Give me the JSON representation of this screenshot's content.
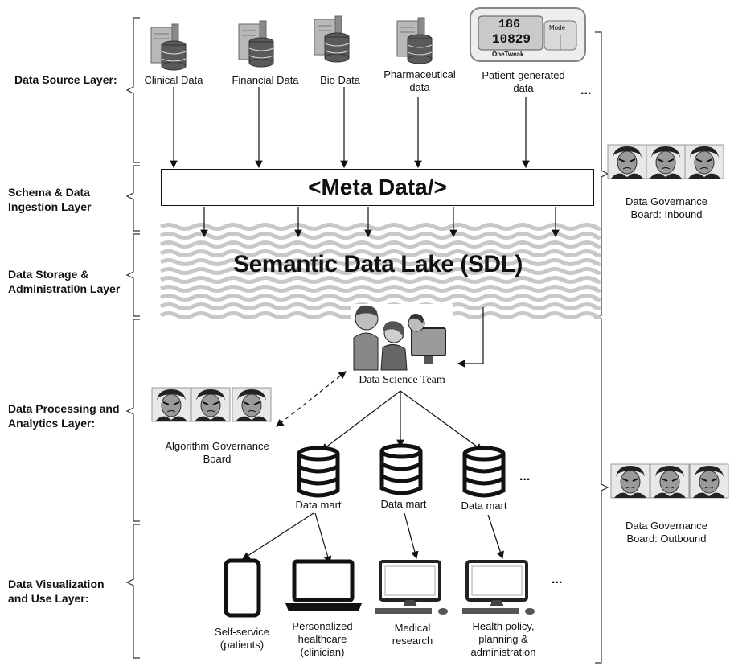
{
  "layers": [
    {
      "label_line1": "Data Source Layer:",
      "label_line2": ""
    },
    {
      "label_line1": "Schema & Data",
      "label_line2": "Ingestion Layer"
    },
    {
      "label_line1": "Data Storage  &",
      "label_line2": "Administrati0n Layer"
    },
    {
      "label_line1": "Data Processing and",
      "label_line2": "Analytics Layer:"
    },
    {
      "label_line1": "Data Visualization",
      "label_line2": "and Use Layer:"
    }
  ],
  "sources": [
    {
      "line1": "Clinical Data",
      "line2": "",
      "icon": "database-server-icon"
    },
    {
      "line1": "Financial Data",
      "line2": "",
      "icon": "database-server-icon"
    },
    {
      "line1": "Bio Data",
      "line2": "",
      "icon": "database-server-icon"
    },
    {
      "line1": "Pharmaceutical",
      "line2": "data",
      "icon": "database-server-icon"
    },
    {
      "line1": "Patient-generated",
      "line2": "data",
      "icon": "pedometer-device-icon"
    }
  ],
  "device": {
    "top_value": "186",
    "bottom_value": "10829",
    "brand": "OneTweak",
    "mode_label": "Mode"
  },
  "ellipsis": "...",
  "metadata_label": "<Meta Data/>",
  "sdl_label": "Semantic Data Lake (SDL)",
  "data_science_team": "Data Science Team",
  "governance": {
    "inbound_line1": "Data Governance",
    "inbound_line2": "Board: Inbound",
    "outbound_line1": "Data Governance",
    "outbound_line2": "Board: Outbound",
    "algorithm_line1": "Algorithm Governance",
    "algorithm_line2": "Board"
  },
  "data_marts": [
    "Data mart",
    "Data mart",
    "Data mart"
  ],
  "uses": [
    {
      "lines": [
        "Self-service",
        "(patients)"
      ],
      "icon": "smartphone-icon"
    },
    {
      "lines": [
        "Personalized",
        "healthcare",
        "(clinician)"
      ],
      "icon": "laptop-icon"
    },
    {
      "lines": [
        "Medical",
        "research"
      ],
      "icon": "desktop-computer-icon"
    },
    {
      "lines": [
        "Health policy,",
        "planning &",
        "administration"
      ],
      "icon": "desktop-computer-icon"
    }
  ]
}
